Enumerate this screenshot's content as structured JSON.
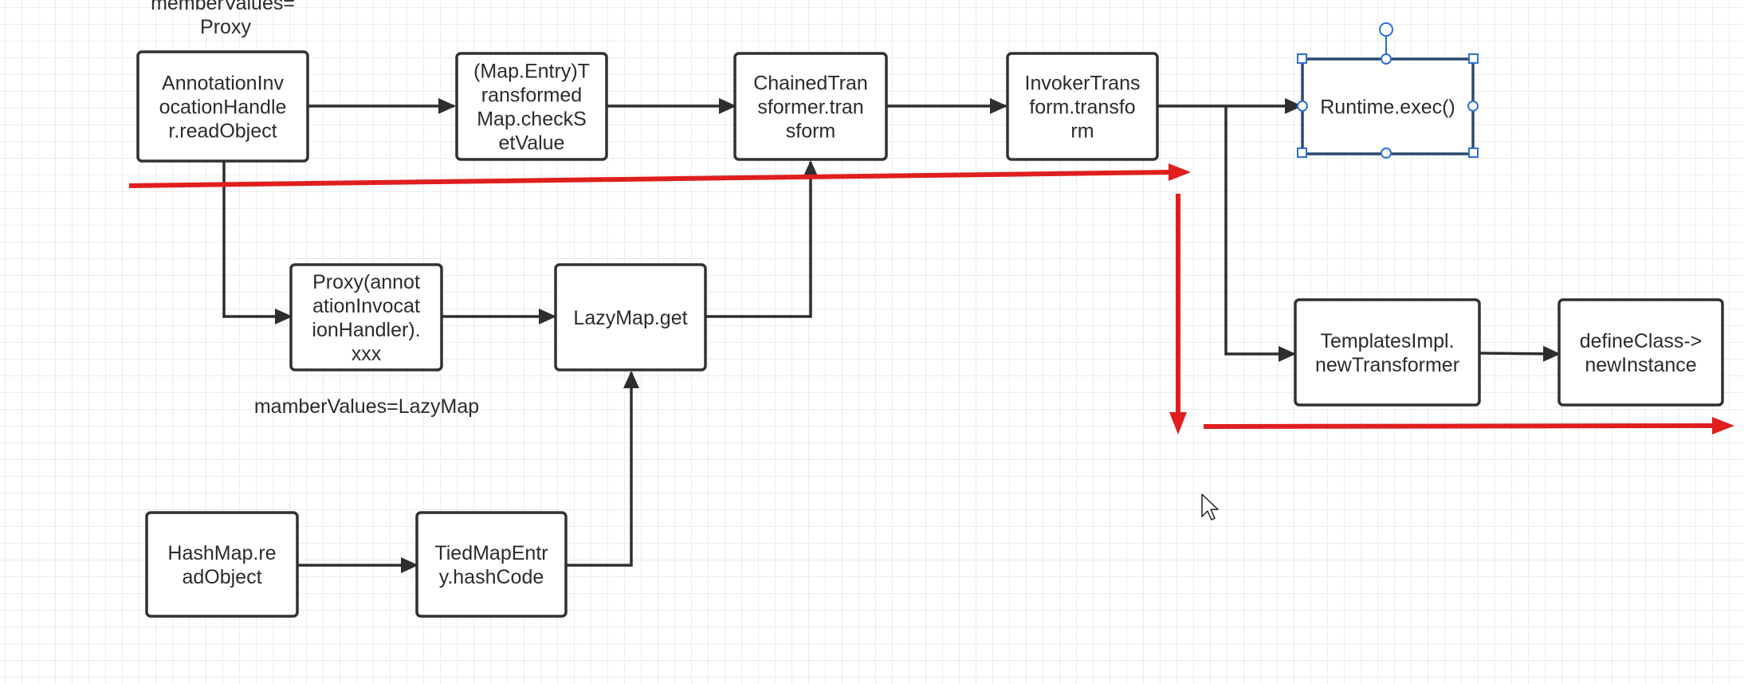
{
  "nodes": [
    {
      "id": "annotation",
      "lines": [
        "AnnotationInv",
        "ocationHandle",
        "r.readObject"
      ]
    },
    {
      "id": "checksetvalue",
      "lines": [
        "(Map.Entry)T",
        "ransformed",
        "Map.checkS",
        "etValue"
      ]
    },
    {
      "id": "chained",
      "lines": [
        "ChainedTran",
        "sformer.tran",
        "sform"
      ]
    },
    {
      "id": "invoker",
      "lines": [
        "InvokerTrans",
        "form.transfo",
        "rm"
      ]
    },
    {
      "id": "runtime",
      "lines": [
        "Runtime.exec()"
      ]
    },
    {
      "id": "proxy",
      "lines": [
        "Proxy(annot",
        "ationInvocat",
        "ionHandler).",
        "xxx"
      ]
    },
    {
      "id": "lazymap",
      "lines": [
        "LazyMap.get"
      ]
    },
    {
      "id": "templates",
      "lines": [
        "TemplatesImpl.",
        "newTransformer"
      ]
    },
    {
      "id": "defineclass",
      "lines": [
        "defineClass->",
        "newInstance"
      ]
    },
    {
      "id": "hashmap",
      "lines": [
        "HashMap.re",
        "adObject"
      ]
    },
    {
      "id": "tiedmapentry",
      "lines": [
        "TiedMapEntr",
        "y.hashCode"
      ]
    }
  ],
  "labels": {
    "member_values_proxy": [
      "memberValues=",
      "Proxy"
    ],
    "member_values_lazymap": "mamberValues=LazyMap"
  },
  "edges": [
    {
      "from": "annotation",
      "to": "checksetvalue"
    },
    {
      "from": "checksetvalue",
      "to": "chained"
    },
    {
      "from": "chained",
      "to": "invoker"
    },
    {
      "from": "invoker",
      "to": "runtime"
    },
    {
      "from": "invoker",
      "to": "templates"
    },
    {
      "from": "templates",
      "to": "defineclass"
    },
    {
      "from": "annotation",
      "to": "proxy"
    },
    {
      "from": "proxy",
      "to": "lazymap"
    },
    {
      "from": "lazymap",
      "to": "chained"
    },
    {
      "from": "hashmap",
      "to": "tiedmapentry"
    },
    {
      "from": "tiedmapentry",
      "to": "lazymap"
    }
  ],
  "selected_node": "runtime",
  "colors": {
    "box_stroke": "#303030",
    "selected_stroke": "#2a4a6e",
    "annotation_red": "#e01e1e",
    "selection_handle": "#2d6fd6",
    "grid": "#ececec"
  }
}
